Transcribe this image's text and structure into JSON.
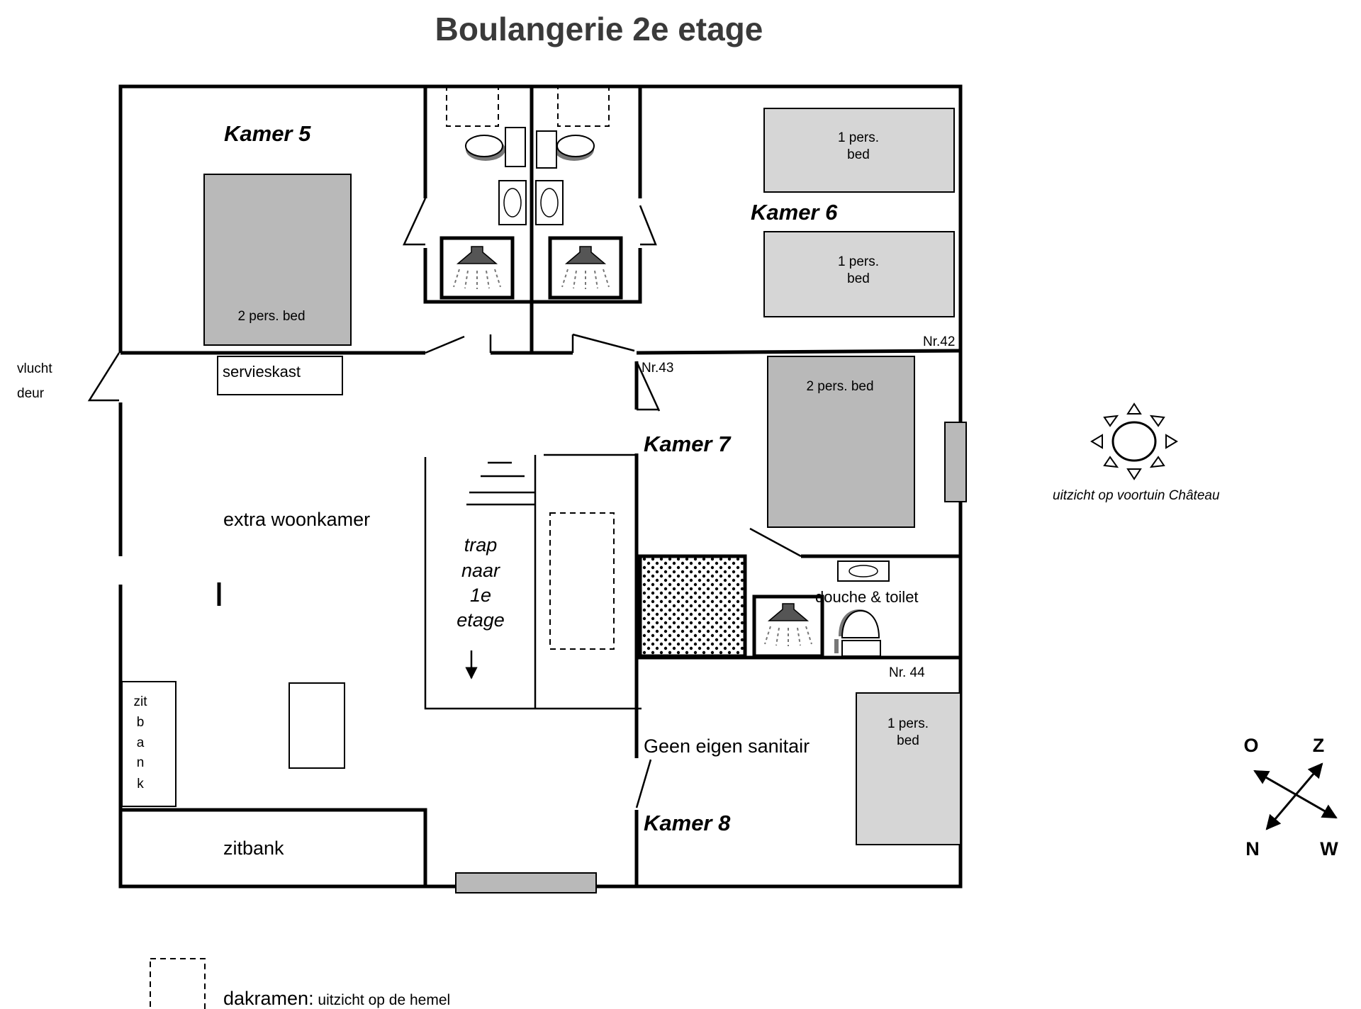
{
  "title": "Boulangerie 2e etage",
  "rooms": {
    "kamer5": "Kamer  5",
    "kamer6": "Kamer  6",
    "kamer7": "Kamer 7",
    "kamer8": "Kamer  8"
  },
  "beds": {
    "kamer5_bed": "2 pers. bed",
    "kamer6_bed1_line1": "1 pers.",
    "kamer6_bed1_line2": "bed",
    "kamer6_bed2_line1": "1 pers.",
    "kamer6_bed2_line2": "bed",
    "kamer7_bed": "2 pers. bed",
    "kamer8_bed_line1": "1 pers.",
    "kamer8_bed_line2": "bed"
  },
  "labels": {
    "vlucht": "vlucht",
    "deur": "deur",
    "servieskast": "servieskast",
    "extra_woonkamer": "extra woonkamer",
    "trap_1": "trap",
    "trap_2": "naar",
    "trap_3": "1e",
    "trap_4": "etage",
    "zitbank_vertical": [
      "zit",
      "b",
      "a",
      "n",
      "k"
    ],
    "zitbank": "zitbank",
    "douche_toilet": "douche & toilet",
    "geen_sanitair": "Geen eigen sanitair",
    "nr42": "Nr.42",
    "nr43": "Nr.43",
    "nr44": "Nr. 44",
    "sun_caption": "uitzicht op voortuin Château"
  },
  "compass": {
    "top_left": "O",
    "top_right": "Z",
    "bottom_left": "N",
    "bottom_right": "W"
  },
  "legend": {
    "main": "dakramen:",
    "sub": " uitzicht op de hemel"
  },
  "colors": {
    "bed_dark": "#b9b9b9",
    "bed_light": "#d6d6d6",
    "title": "#3a3a3a"
  }
}
